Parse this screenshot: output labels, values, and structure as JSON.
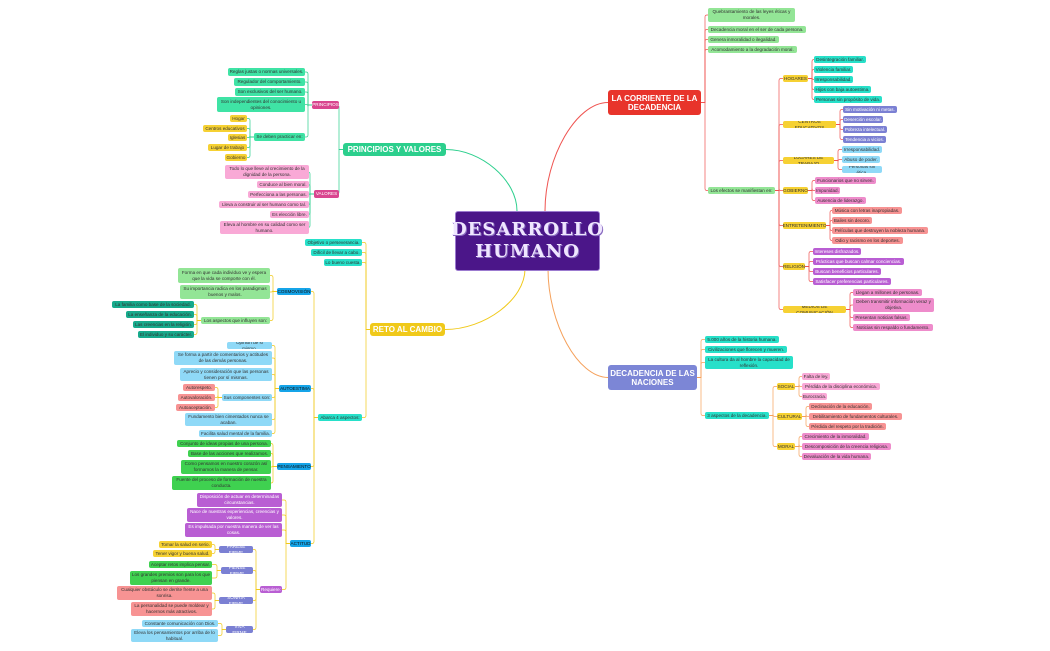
{
  "title": "DESARROLLO HUMANO",
  "colors": {
    "center": "#4b1689",
    "principios_branch": "#2ccf8d",
    "reto_branch": "#f0c91a",
    "corriente_branch": "#e8342b",
    "naciones_branch": "#7c86d6"
  },
  "branches": [
    {
      "label": "PRINCIPIOS Y VALORES",
      "children": [
        {
          "label": "PRINCIPIOS",
          "children": [
            {
              "label": "Reglas justas o normas universales."
            },
            {
              "label": "Regulador del comportamiento."
            },
            {
              "label": "Son exclusivos del ser humano."
            },
            {
              "label": "Son independientes del conocimiento u opiniones."
            },
            {
              "label": "Se deben practicar en:",
              "children": [
                {
                  "label": "Hogar"
                },
                {
                  "label": "Centros educativos"
                },
                {
                  "label": "Iglesias"
                },
                {
                  "label": "Lugar de trabajo"
                },
                {
                  "label": "Gobierno"
                }
              ]
            }
          ]
        },
        {
          "label": "VALORES",
          "children": [
            {
              "label": "Todo lo que lleve al crecimiento de la dignidad de la persona."
            },
            {
              "label": "Conduce al bien moral."
            },
            {
              "label": "Perfecciona a las personas."
            },
            {
              "label": "Lleva a construir al ser humano como tal."
            },
            {
              "label": "Es elección libre."
            },
            {
              "label": "Eleva al hombre en su calidad como ser humano."
            }
          ]
        }
      ]
    },
    {
      "label": "RETO AL CAMBIO",
      "children": [
        {
          "label": "Objetivo o perseverancia."
        },
        {
          "label": "Difícil de llevar a cabo."
        },
        {
          "label": "Lo bueno cuesta."
        },
        {
          "label": "Abarca 4 aspectos:",
          "children": [
            {
              "label": "COSMOVISIÓN",
              "children": [
                {
                  "label": "Forma en que cada individuo ve y espera que la vida se comporte con él."
                },
                {
                  "label": "Su importancia radica en los paradigmas buenos y malos."
                },
                {
                  "label": "Los aspectos que influyen son:",
                  "children": [
                    {
                      "label": "La familia como base de la sociedad."
                    },
                    {
                      "label": "La enseñanza de la educación."
                    },
                    {
                      "label": "Las creencias en la religión."
                    },
                    {
                      "label": "El individuo y su carácter."
                    }
                  ]
                }
              ]
            },
            {
              "label": "AUTOESTIMA",
              "children": [
                {
                  "label": "Opinión de sí mismo."
                },
                {
                  "label": "Se forma a partir de comentarios y actitudes de las demás personas."
                },
                {
                  "label": "Aprecio y consideración que las personas tienen por sí mismas."
                },
                {
                  "label": "Sus componentes son:",
                  "children": [
                    {
                      "label": "Autorespeto."
                    },
                    {
                      "label": "Autovaloración."
                    },
                    {
                      "label": "Autoaceptación."
                    }
                  ]
                },
                {
                  "label": "Fundamento bien cimentados nunca se acaban."
                },
                {
                  "label": "Facilita salud mental de la familia."
                }
              ]
            },
            {
              "label": "PENSAMIENTO",
              "children": [
                {
                  "label": "Conjunto de ideas propias de una persona."
                },
                {
                  "label": "Base de las acciones que realizamos."
                },
                {
                  "label": "Como pensamos en nuestro corazón así formamos la manera de pensar."
                },
                {
                  "label": "Fuente del proceso de formación de nuestra conducta."
                }
              ]
            },
            {
              "label": "ACTITUD",
              "children": [
                {
                  "label": "Disposición de actuar en determinadas circunstancias."
                },
                {
                  "label": "Nace de nuestras experiencias, creencias y valores."
                },
                {
                  "label": "Es impulsada por nuestra manera de ver las cosas."
                },
                {
                  "label": "Requiere:",
                  "children": [
                    {
                      "label": "PÁRESE FIRME",
                      "children": [
                        {
                          "label": "Tomar la salud en serio."
                        },
                        {
                          "label": "Tener vigor y buena salud."
                        }
                      ]
                    },
                    {
                      "label": "PIENSE FIRME",
                      "children": [
                        {
                          "label": "Aceptar retos implica pensar."
                        },
                        {
                          "label": "Los grandes premios son para los que piensan en grande."
                        }
                      ]
                    },
                    {
                      "label": "SONRÍA FIRME",
                      "children": [
                        {
                          "label": "Cualquier obstáculo se derrite frente a una sonrisa."
                        },
                        {
                          "label": "La personalidad se puede moldear y hacernos más atractivos."
                        }
                      ]
                    },
                    {
                      "label": "VIVA FIRME",
                      "children": [
                        {
                          "label": "Constante comunicación con Dios."
                        },
                        {
                          "label": "Eleva los pensamientos por arriba de lo habitual."
                        }
                      ]
                    }
                  ]
                }
              ]
            }
          ]
        }
      ]
    },
    {
      "label": "LA CORRIENTE DE LA DECADENCIA",
      "children": [
        {
          "label": "Quebrantamiento de las leyes éticas y morales."
        },
        {
          "label": "Decadencia moral en el ser de cada persona."
        },
        {
          "label": "Genera inmoralidad o ilegalidad."
        },
        {
          "label": "Acomodamiento a la degradación moral."
        },
        {
          "label": "Los efectos se manifiestan en:",
          "children": [
            {
              "label": "HOGARES",
              "children": [
                {
                  "label": "Desintegración familiar."
                },
                {
                  "label": "Violencia familiar."
                },
                {
                  "label": "Irresponsabilidad."
                },
                {
                  "label": "Hijos con baja autoestima."
                },
                {
                  "label": "Personas sin propósito de vida."
                }
              ]
            },
            {
              "label": "CENTROS EDUCATIVOS",
              "children": [
                {
                  "label": "Sin motivación ni metas."
                },
                {
                  "label": "Deserción escolar."
                },
                {
                  "label": "Pobreza intelectual."
                },
                {
                  "label": "Tendencia a vicios."
                }
              ]
            },
            {
              "label": "LUGARES DE TRABAJO",
              "children": [
                {
                  "label": "Irresponsabilidad."
                },
                {
                  "label": "Abuso de poder."
                },
                {
                  "label": "Personas sin ética."
                }
              ]
            },
            {
              "label": "GOBIERNO",
              "children": [
                {
                  "label": "Funcionarios que no sirven."
                },
                {
                  "label": "Impunidad."
                },
                {
                  "label": "Ausencia de liderazgo."
                }
              ]
            },
            {
              "label": "ENTRETENIMIENTO",
              "children": [
                {
                  "label": "Música con letras inapropiadas."
                },
                {
                  "label": "Bailes sin decoro."
                },
                {
                  "label": "Películas que destruyen la nobleza humana."
                },
                {
                  "label": "Odio y racismo en los deportes."
                }
              ]
            },
            {
              "label": "RELIGIÓN",
              "children": [
                {
                  "label": "Intereses disfrazados."
                },
                {
                  "label": "Prácticas que buscan calmar conciencias."
                },
                {
                  "label": "Buscan beneficios particulares."
                },
                {
                  "label": "Satisfacer preferencias particulares."
                }
              ]
            },
            {
              "label": "MEDIOS DE COMUNICACIÓN",
              "children": [
                {
                  "label": "Llegan a millones de personas."
                },
                {
                  "label": "Deben transmitir información veraz y objetiva."
                },
                {
                  "label": "Presentan noticias falsas."
                },
                {
                  "label": "Noticias sin respaldo o fundamento."
                }
              ]
            }
          ]
        }
      ]
    },
    {
      "label": "DECADENCIA DE LAS NACIONES",
      "children": [
        {
          "label": "5.000 años de la historia humana."
        },
        {
          "label": "Civilizaciones que florecen y mueren."
        },
        {
          "label": "La cultura da al hombre la capacidad de reflexión."
        },
        {
          "label": "3 aspectos de la decadencia.",
          "children": [
            {
              "label": "SOCIAL",
              "children": [
                {
                  "label": "Falta de ley."
                },
                {
                  "label": "Pérdida de la disciplina económica."
                },
                {
                  "label": "Burocracia."
                }
              ]
            },
            {
              "label": "CULTURAL",
              "children": [
                {
                  "label": "Declinación de la educación."
                },
                {
                  "label": "Debilitamiento de fundamentos culturales."
                },
                {
                  "label": "Pérdida del respeto por la tradición."
                }
              ]
            },
            {
              "label": "MORAL",
              "children": [
                {
                  "label": "Crecimiento de la inmoralidad."
                },
                {
                  "label": "Descomposición de la creencia religiosa."
                },
                {
                  "label": "Devaluación de la vida humana."
                }
              ]
            }
          ]
        }
      ]
    }
  ]
}
